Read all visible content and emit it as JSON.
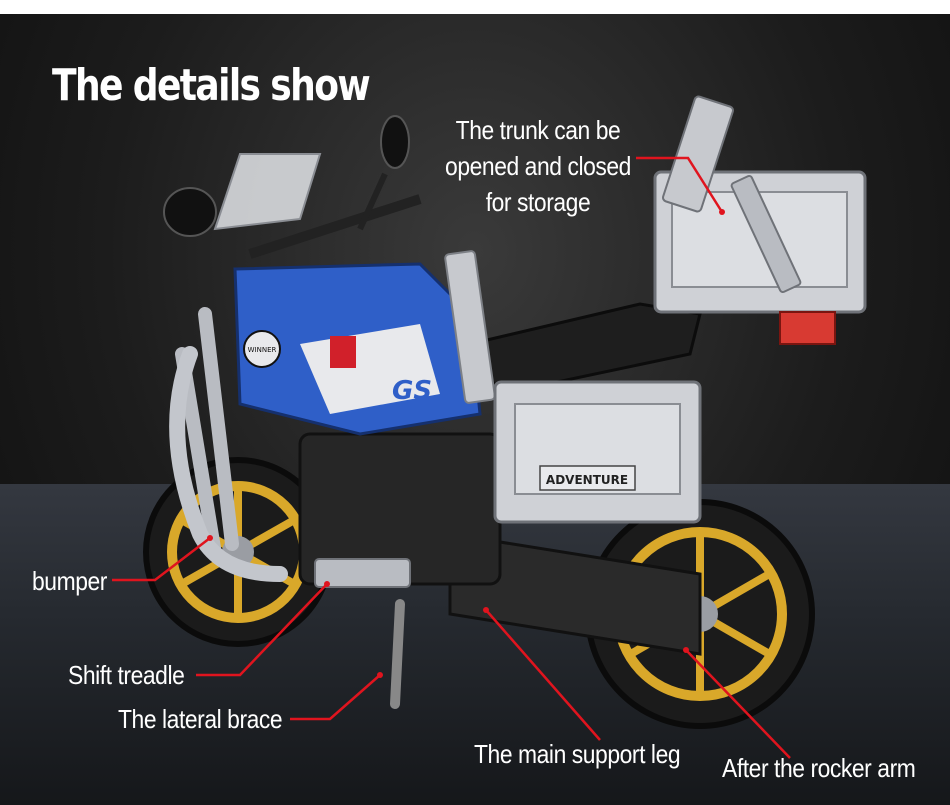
{
  "title": "The details show",
  "labels": {
    "trunk": [
      "The trunk can be",
      "opened and closed",
      "for storage"
    ],
    "bumper": "bumper",
    "shift_treadle": "Shift treadle",
    "lateral_brace": "The lateral brace",
    "main_support_leg": "The main support leg",
    "rocker_arm": "After the rocker arm"
  },
  "bike_text": {
    "badge": "WINNER",
    "tank_logo": "GS",
    "case_label": "ADVENTURE"
  },
  "colors": {
    "callout_line": "#e0141e",
    "label_text": "#ffffff",
    "body_blue": "#2f5fc8",
    "wheel_gold": "#d9a82a",
    "frame_grey": "#b9bcc2"
  }
}
